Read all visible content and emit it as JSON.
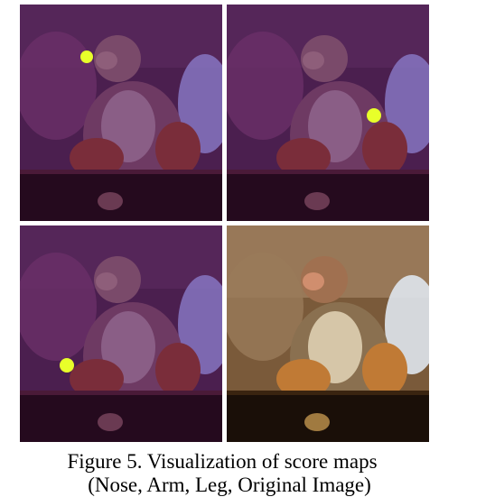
{
  "figure": {
    "caption_line1": "Figure 5. Visualization of score maps",
    "caption_line2": "(Nose, Arm, Leg, Original Image)"
  },
  "panels": [
    {
      "keypoint": "nose",
      "tint": "#7a2a7a",
      "highlight": true
    },
    {
      "keypoint": "arm",
      "tint": "#7a2a7a",
      "highlight": true
    },
    {
      "keypoint": "leg",
      "tint": "#7a2a7a",
      "highlight": true
    },
    {
      "keypoint": "original",
      "tint": "#b98a55",
      "highlight": false
    }
  ],
  "colors": {
    "score_peak": "#e8ff2a",
    "overlay": "#8a1f8a"
  }
}
